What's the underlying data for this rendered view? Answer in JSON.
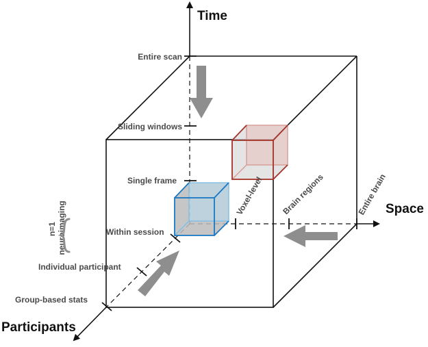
{
  "axes": {
    "time": {
      "title": "Time",
      "ticks": [
        "Entire scan",
        "Sliding windows",
        "Single frame"
      ]
    },
    "space": {
      "title": "Space",
      "ticks": [
        "Voxel-level",
        "Brain regions",
        "Entire brain"
      ]
    },
    "participants": {
      "title": "Participants",
      "ticks": [
        "Within session",
        "Individual participant",
        "Group-based stats"
      ]
    }
  },
  "annotation": "n=1\nneuroimaging",
  "colors": {
    "outer_cube": "#111111",
    "blue_cube": "#1a78c2",
    "red_cube": "#a33328",
    "inner_fill": "#b7b7b7",
    "arrow": "#8e8e8e",
    "text": "#4a4a4a"
  }
}
